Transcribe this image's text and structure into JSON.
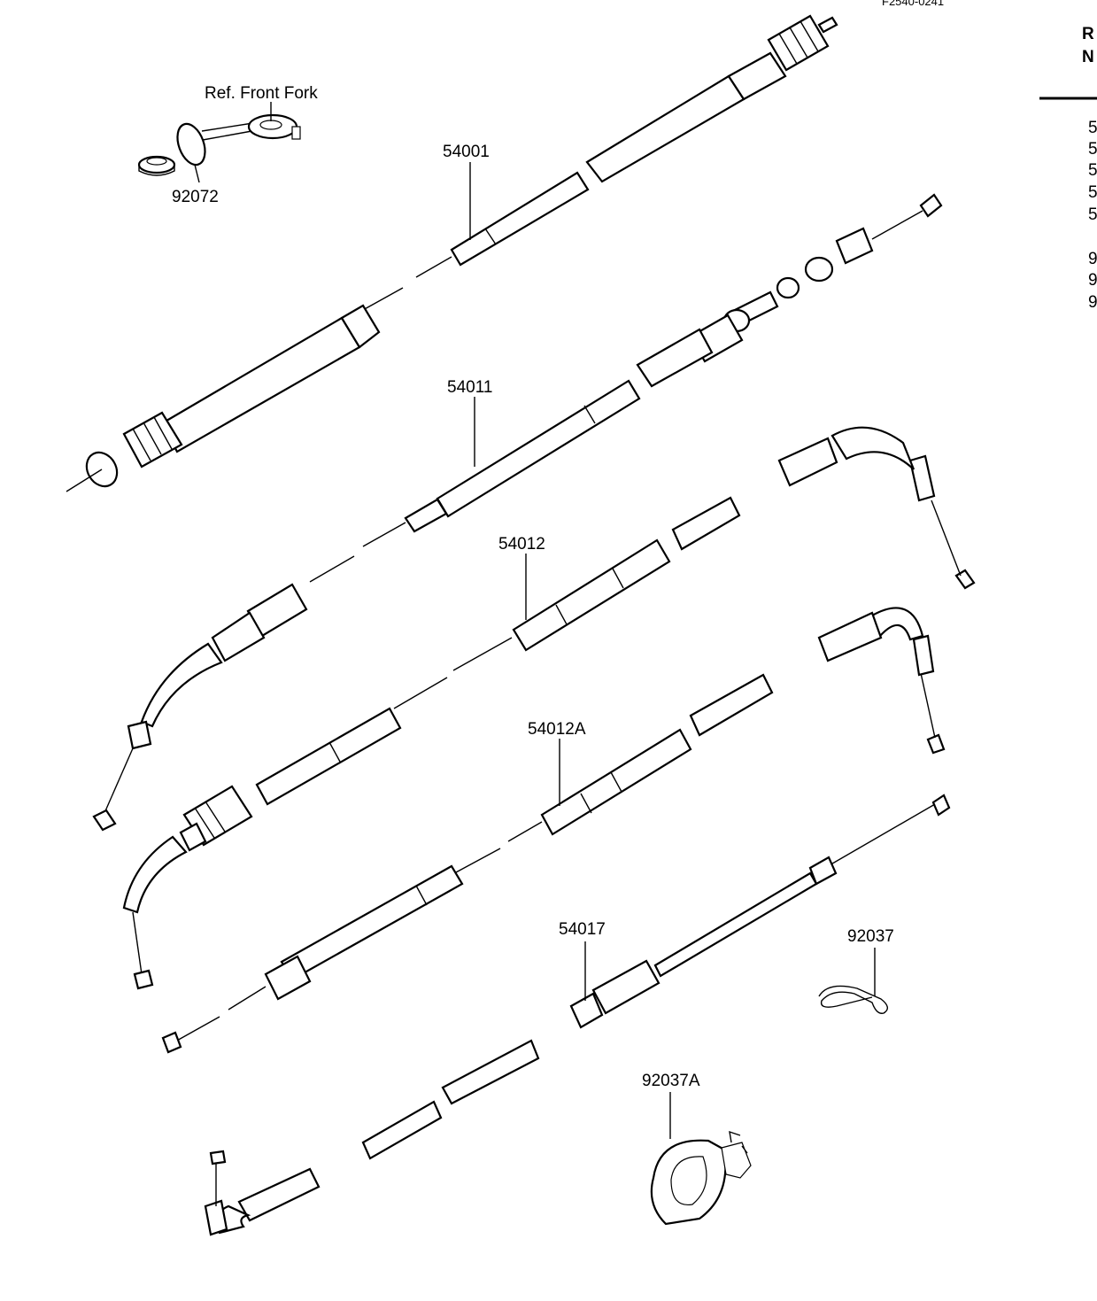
{
  "header": {
    "diagram_code": "F2540-0241",
    "side_column_heading": [
      "R",
      "N"
    ],
    "side_column_digits": [
      "5",
      "5",
      "5",
      "5",
      "5",
      "9",
      "9",
      "9"
    ]
  },
  "labels": {
    "ref_front_fork": "Ref. Front Fork",
    "p92072": "92072",
    "p54001": "54001",
    "p54011": "54011",
    "p54012": "54012",
    "p54012a": "54012A",
    "p54017": "54017",
    "p92037": "92037",
    "p92037a": "92037A"
  }
}
